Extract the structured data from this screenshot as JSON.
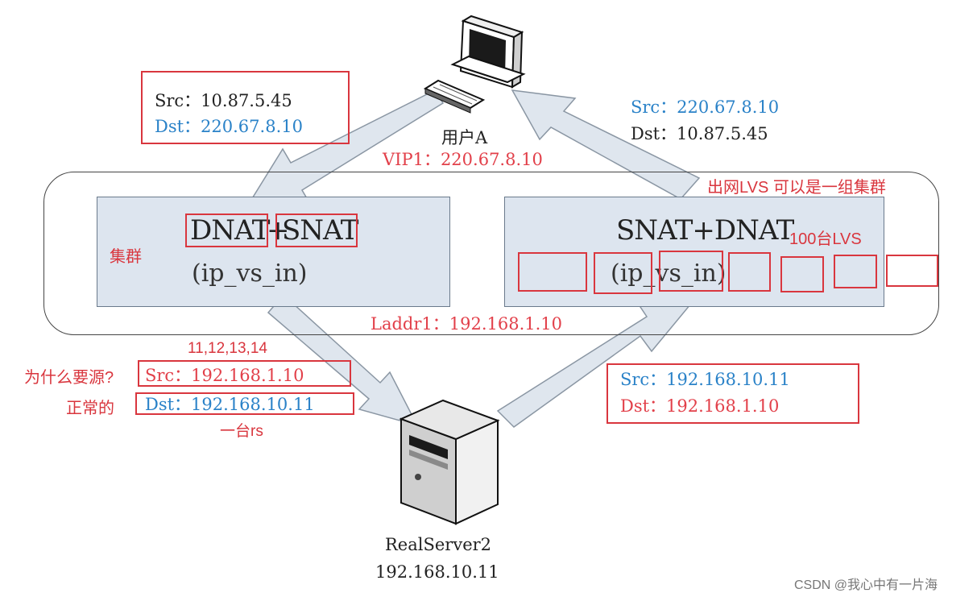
{
  "user": {
    "label": "用户A"
  },
  "top_left": {
    "src": "Src：10.87.5.45",
    "dst": "Dst：220.67.8.10"
  },
  "top_right": {
    "src": "Src：220.67.8.10",
    "dst": "Dst：10.87.5.45"
  },
  "vip": "VIP1：220.67.8.10",
  "laddr": "Laddr1：192.168.1.10",
  "cluster_label": "集群",
  "outbound_note": "出网LVS 可以是一组集群",
  "lvs_count": "100台LVS",
  "left_box": {
    "dnat": "DNAT",
    "plus": "+",
    "snat": "SNAT",
    "module": "(ip_vs_in)"
  },
  "right_box": {
    "title": "SNAT+DNAT",
    "module": "(ip_vs_in)"
  },
  "bottom_left": {
    "ports": "11,12,13,14",
    "question": "为什么要源?",
    "normal": "正常的",
    "src": "Src：192.168.1.10",
    "dst": "Dst：192.168.10.11",
    "one_rs": "一台rs"
  },
  "bottom_right": {
    "src": "Src：192.168.10.11",
    "dst": "Dst：192.168.1.10"
  },
  "server": {
    "name": "RealServer2",
    "ip": "192.168.10.11"
  },
  "watermark": "CSDN @我心中有一片海",
  "colors": {
    "annotation_red": "#d9363e",
    "ip_blue": "#2a82c8",
    "box_fill": "#dde5ef",
    "arrow_fill": "#dfe6ee"
  }
}
